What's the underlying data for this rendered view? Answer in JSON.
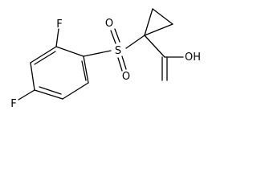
{
  "molecule": {
    "atoms": {
      "fluorine_ortho": "F",
      "fluorine_para": "F",
      "sulfur": "S",
      "oxygen_top": "O",
      "oxygen_bottom": "O",
      "hydroxyl": "OH"
    }
  }
}
